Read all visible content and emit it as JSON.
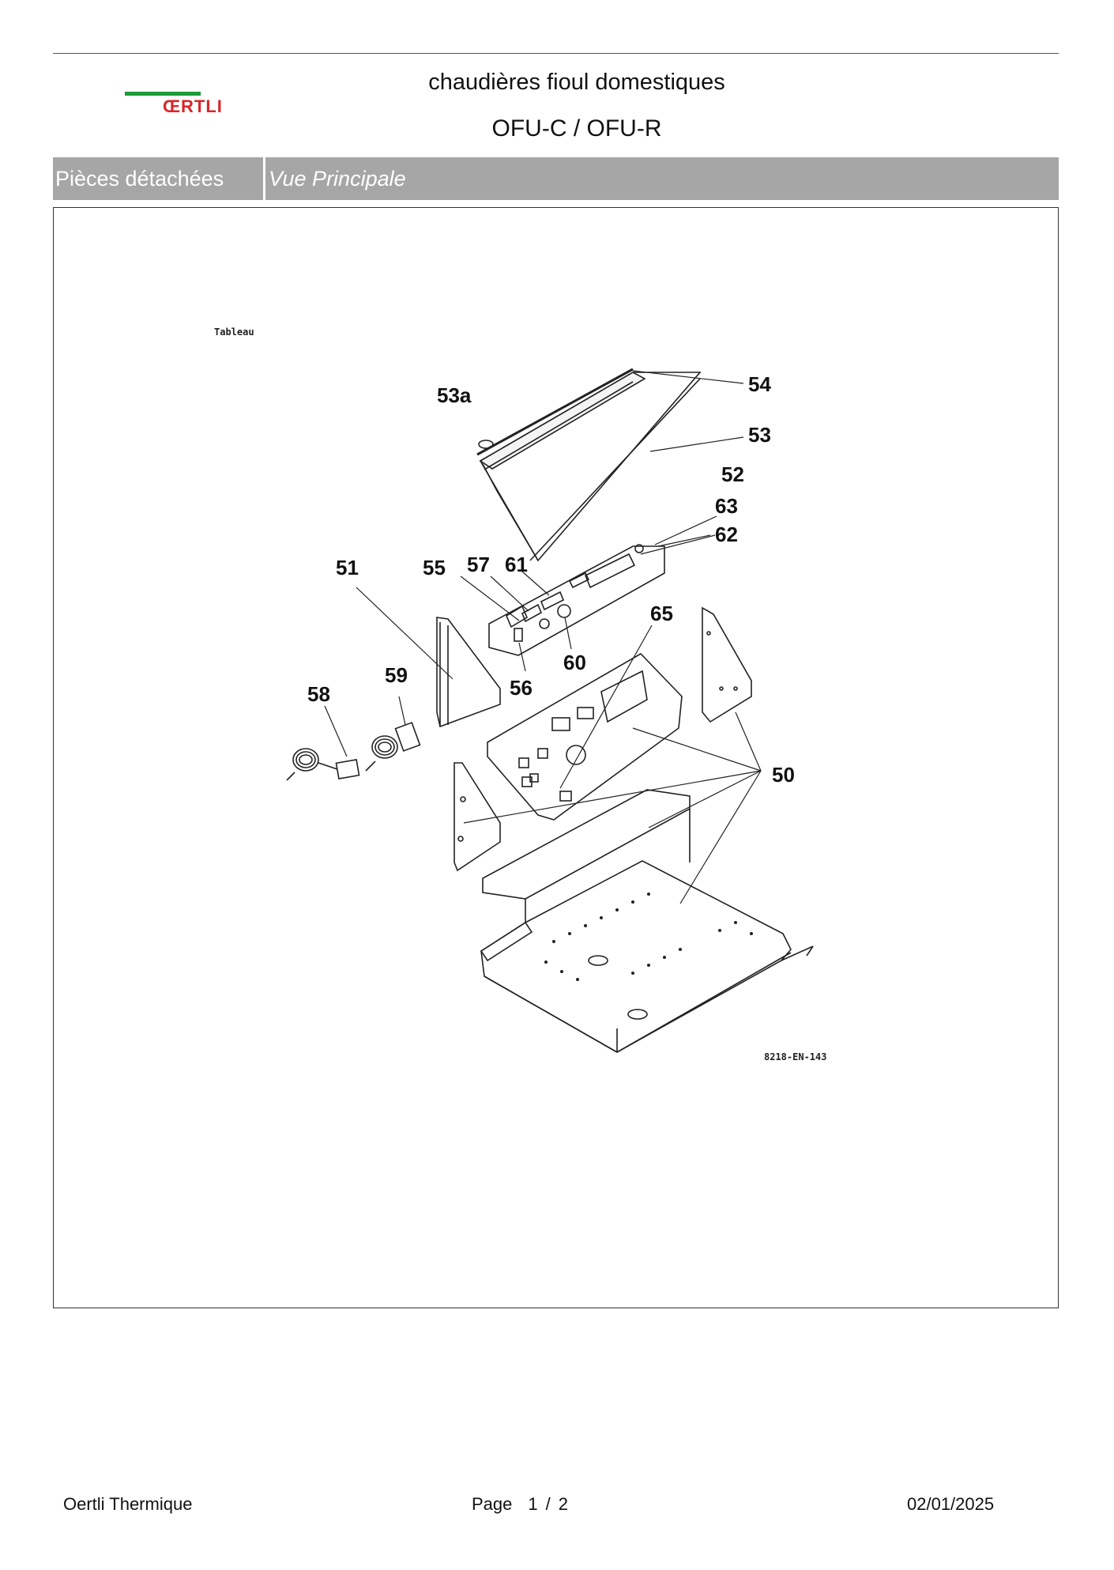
{
  "header": {
    "logo_text": "ŒRTLI",
    "title_line1": "chaudières fioul domestiques",
    "title_line2": "OFU-C / OFU-R"
  },
  "section_bar": {
    "label": "Pièces détachées",
    "view": "Vue Principale"
  },
  "diagram": {
    "caption": "Tableau",
    "drawing_ref": "8218-EN-143",
    "callouts": [
      "54",
      "53a",
      "53",
      "52",
      "63",
      "62",
      "51",
      "55",
      "57",
      "61",
      "65",
      "59",
      "58",
      "56",
      "60",
      "50"
    ]
  },
  "footer": {
    "company": "Oertli Thermique",
    "page_label": "Page",
    "page_current": "1",
    "page_sep": "/",
    "page_total": "2",
    "date": "02/01/2025"
  },
  "colors": {
    "logo_green": "#1e9a3a",
    "logo_red": "#d7262a",
    "band_gray": "#a6a6a6"
  }
}
